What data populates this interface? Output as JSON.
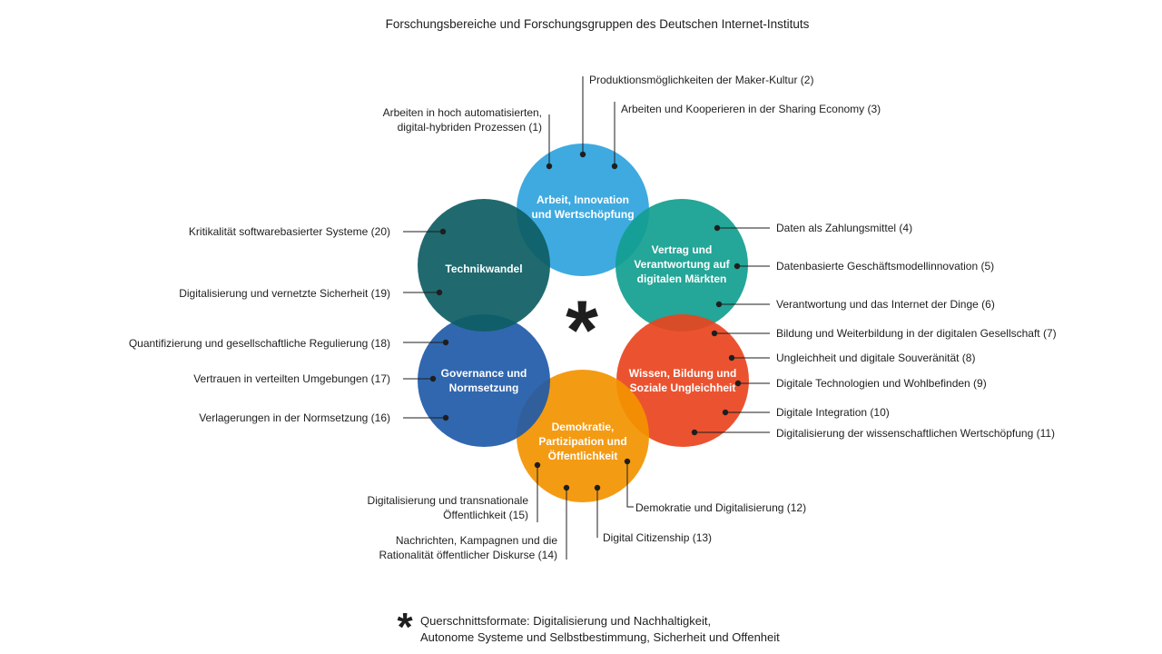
{
  "title": "Forschungsbereiche und Forschungsgruppen des Deutschen Internet-Instituts",
  "areas": [
    {
      "id": "arbeit",
      "color": "#2ea3dd",
      "lines": [
        "Arbeit, Innovation",
        "und Wertschöpfung"
      ]
    },
    {
      "id": "vertrag",
      "color": "#119e8f",
      "lines": [
        "Vertrag und",
        "Verantwortung auf",
        "digitalen Märkten"
      ]
    },
    {
      "id": "wissen",
      "color": "#e9441e",
      "lines": [
        "Wissen, Bildung und",
        "Soziale Ungleichheit"
      ]
    },
    {
      "id": "demokratie",
      "color": "#f39200",
      "lines": [
        "Demokratie,",
        "Partizipation und",
        "Öffentlichkeit"
      ]
    },
    {
      "id": "governance",
      "color": "#1f5aa8",
      "lines": [
        "Governance und",
        "Normsetzung"
      ]
    },
    {
      "id": "technik",
      "color": "#0d5d63",
      "lines": [
        "Technikwandel"
      ]
    }
  ],
  "groups": [
    {
      "n": 1,
      "lines": [
        "Arbeiten in hoch automatisierten,",
        "digital-hybriden Prozessen (1)"
      ]
    },
    {
      "n": 2,
      "lines": [
        "Produktionsmöglichkeiten der Maker-Kultur (2)"
      ]
    },
    {
      "n": 3,
      "lines": [
        "Arbeiten und Kooperieren in der Sharing Economy (3)"
      ]
    },
    {
      "n": 4,
      "lines": [
        "Daten als Zahlungsmittel (4)"
      ]
    },
    {
      "n": 5,
      "lines": [
        "Datenbasierte Geschäftsmodellinnovation (5)"
      ]
    },
    {
      "n": 6,
      "lines": [
        "Verantwortung und das Internet der Dinge (6)"
      ]
    },
    {
      "n": 7,
      "lines": [
        "Bildung und Weiterbildung in der digitalen Gesellschaft (7)"
      ]
    },
    {
      "n": 8,
      "lines": [
        "Ungleichheit und digitale Souveränität (8)"
      ]
    },
    {
      "n": 9,
      "lines": [
        "Digitale Technologien und Wohlbefinden (9)"
      ]
    },
    {
      "n": 10,
      "lines": [
        "Digitale Integration (10)"
      ]
    },
    {
      "n": 11,
      "lines": [
        "Digitalisierung der wissenschaftlichen Wertschöpfung (11)"
      ]
    },
    {
      "n": 12,
      "lines": [
        "Demokratie und Digitalisierung (12)"
      ]
    },
    {
      "n": 13,
      "lines": [
        "Digital Citizenship (13)"
      ]
    },
    {
      "n": 14,
      "lines": [
        "Nachrichten, Kampagnen und die",
        "Rationalität öffentlicher Diskurse (14)"
      ]
    },
    {
      "n": 15,
      "lines": [
        "Digitalisierung und transnationale",
        "Öffentlichkeit (15)"
      ]
    },
    {
      "n": 16,
      "lines": [
        "Verlagerungen in der Normsetzung (16)"
      ]
    },
    {
      "n": 17,
      "lines": [
        "Vertrauen in verteilten Umgebungen (17)"
      ]
    },
    {
      "n": 18,
      "lines": [
        "Quantifizierung und gesellschaftliche Regulierung (18)"
      ]
    },
    {
      "n": 19,
      "lines": [
        "Digitalisierung und vernetzte Sicherheit (19)"
      ]
    },
    {
      "n": 20,
      "lines": [
        "Kritikalität softwarebasierter Systeme (20)"
      ]
    }
  ],
  "center_symbol": "*",
  "legend": {
    "symbol": "*",
    "lines": [
      "Querschnittsformate: Digitalisierung und Nachhaltigkeit,",
      "Autonome Systeme und Selbstbestimmung, Sicherheit und Offenheit"
    ]
  }
}
